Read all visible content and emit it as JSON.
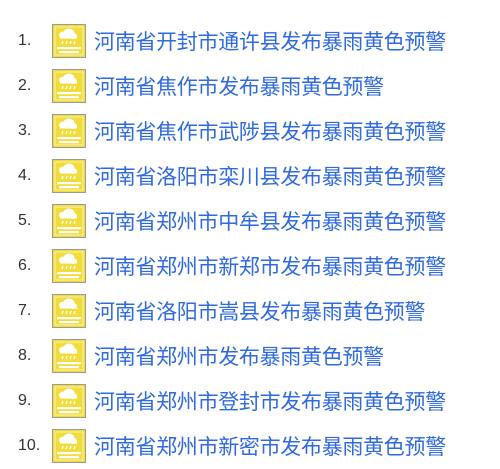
{
  "alerts": [
    {
      "number": "1.",
      "title": "河南省开封市通许县发布暴雨黄色预警",
      "icon": "rainstorm-yellow-warning-icon"
    },
    {
      "number": "2.",
      "title": "河南省焦作市发布暴雨黄色预警",
      "icon": "rainstorm-yellow-warning-icon"
    },
    {
      "number": "3.",
      "title": "河南省焦作市武陟县发布暴雨黄色预警",
      "icon": "rainstorm-yellow-warning-icon"
    },
    {
      "number": "4.",
      "title": "河南省洛阳市栾川县发布暴雨黄色预警",
      "icon": "rainstorm-yellow-warning-icon"
    },
    {
      "number": "5.",
      "title": "河南省郑州市中牟县发布暴雨黄色预警",
      "icon": "rainstorm-yellow-warning-icon"
    },
    {
      "number": "6.",
      "title": "河南省郑州市新郑市发布暴雨黄色预警",
      "icon": "rainstorm-yellow-warning-icon"
    },
    {
      "number": "7.",
      "title": "河南省洛阳市嵩县发布暴雨黄色预警",
      "icon": "rainstorm-yellow-warning-icon"
    },
    {
      "number": "8.",
      "title": "河南省郑州市发布暴雨黄色预警",
      "icon": "rainstorm-yellow-warning-icon"
    },
    {
      "number": "9.",
      "title": "河南省郑州市登封市发布暴雨黄色预警",
      "icon": "rainstorm-yellow-warning-icon"
    },
    {
      "number": "10.",
      "title": "河南省郑州市新密市发布暴雨黄色预警",
      "icon": "rainstorm-yellow-warning-icon"
    }
  ],
  "colors": {
    "link": "#2f6ae0",
    "number": "#333333",
    "icon_yellow": "#f2dc3c",
    "icon_border": "#9a9a9a",
    "icon_white": "#ffffff"
  }
}
